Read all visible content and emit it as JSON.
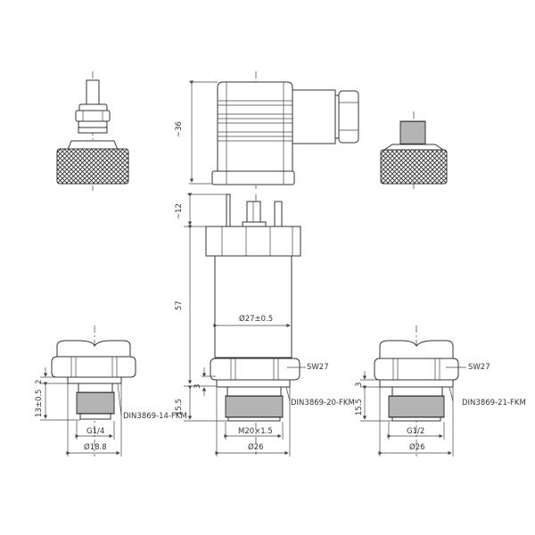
{
  "drawing": {
    "type": "pressure transmitter dimensional drawing",
    "views": {
      "cable_gland_connector": {
        "label": ""
      },
      "din_connector": {
        "height_label": "~36"
      },
      "m12_connector": {
        "label": ""
      },
      "body": {
        "pin_height_label": "~12",
        "body_length_label": "57",
        "body_diameter_label": "Ø27±0.5"
      },
      "process_left": {
        "seal_label": "DIN3869-14-FKM",
        "thread_label": "G1/4",
        "diameter_label": "Ø18.8",
        "seal_height_label": "2",
        "thread_length_label": "13±0.5"
      },
      "process_center": {
        "wrench_label": "SW27",
        "seal_label": "DIN3869-20-FKM",
        "thread_label": "M20×1.5",
        "diameter_label": "Ø26",
        "seal_height_label": "3",
        "thread_length_label": "15.5"
      },
      "process_right": {
        "wrench_label": "SW27",
        "seal_label": "DIN3869-21-FKM",
        "thread_label": "G1/2",
        "diameter_label": "Ø26",
        "seal_height_label": "3",
        "thread_length_label": "15.5"
      }
    },
    "colors": {
      "line": "#333333",
      "background": "#ffffff"
    }
  }
}
